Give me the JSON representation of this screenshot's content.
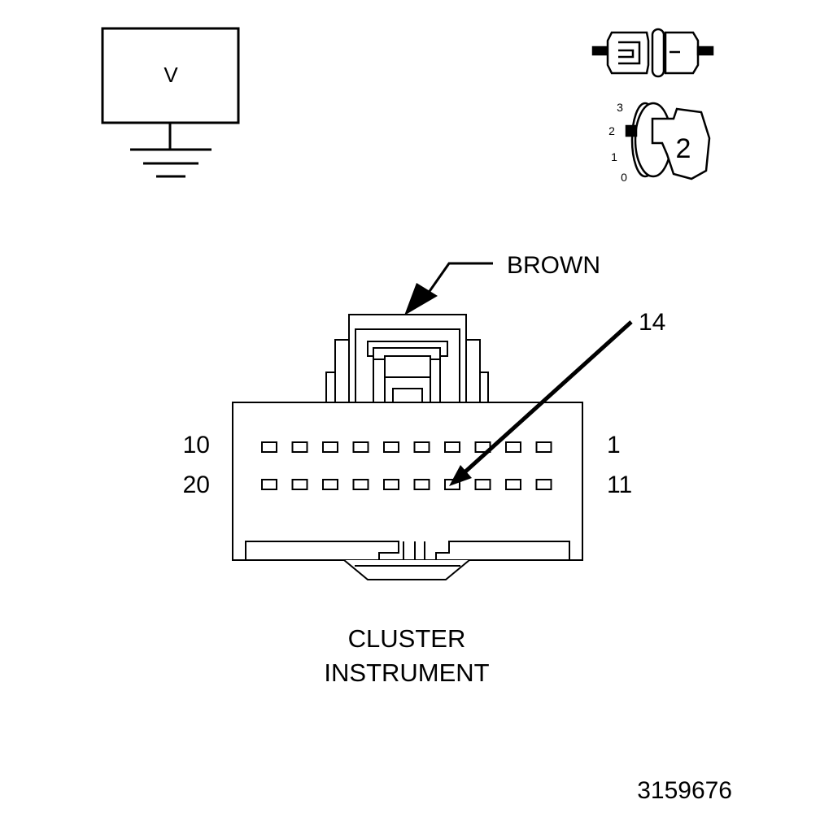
{
  "voltmeter": {
    "symbol": "V"
  },
  "ignition_switch": {
    "positions": [
      "3",
      "2",
      "1",
      "0"
    ],
    "selected_position": "2"
  },
  "connector": {
    "color_label": "BROWN",
    "pin_callout": "14",
    "top_row_left_pin": "10",
    "top_row_right_pin": "1",
    "bottom_row_left_pin": "20",
    "bottom_row_right_pin": "11",
    "name_line1": "CLUSTER",
    "name_line2": "INSTRUMENT"
  },
  "figure_id": "3159676",
  "colors": {
    "line": "#000000",
    "fill": "#ffffff"
  }
}
